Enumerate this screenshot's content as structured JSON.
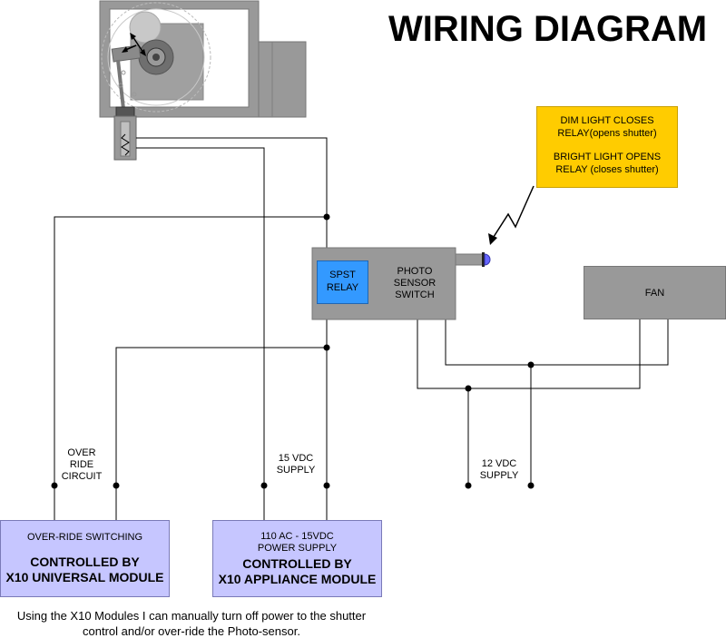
{
  "title": "WIRING DIAGRAM",
  "note": {
    "line1": "DIM LIGHT CLOSES",
    "line2": "RELAY(opens shutter)",
    "line3": "BRIGHT LIGHT OPENS",
    "line4": "RELAY (closes shutter)"
  },
  "relay": {
    "line1": "SPST",
    "line2": "RELAY"
  },
  "photo_switch": {
    "line1": "PHOTO",
    "line2": "SENSOR",
    "line3": "SWITCH"
  },
  "fan": {
    "label": "FAN"
  },
  "override_label": {
    "line1": "OVER",
    "line2": "RIDE",
    "line3": "CIRCUIT"
  },
  "supply15_label": {
    "line1": "15 VDC",
    "line2": "SUPPLY"
  },
  "supply12_label": {
    "line1": "12 VDC",
    "line2": "SUPPLY"
  },
  "module_left": {
    "top": "OVER-RIDE SWITCHING",
    "line1": "CONTROLLED BY",
    "line2": "X10 UNIVERSAL MODULE"
  },
  "module_right": {
    "top1": "110 AC - 15VDC",
    "top2": "POWER SUPPLY",
    "line1": "CONTROLLED BY",
    "line2": "X10 APPLIANCE MODULE"
  },
  "caption": {
    "line1": "Using the X10 Modules I can manually turn off power to the shutter",
    "line2": "control and/or over-ride the Photo-sensor."
  },
  "colors": {
    "module_fill": "#c6c6ff",
    "relay_fill": "#3399ff",
    "note_fill": "#ffcc00",
    "device_fill": "#999999",
    "sensor_led": "#6666ff"
  }
}
